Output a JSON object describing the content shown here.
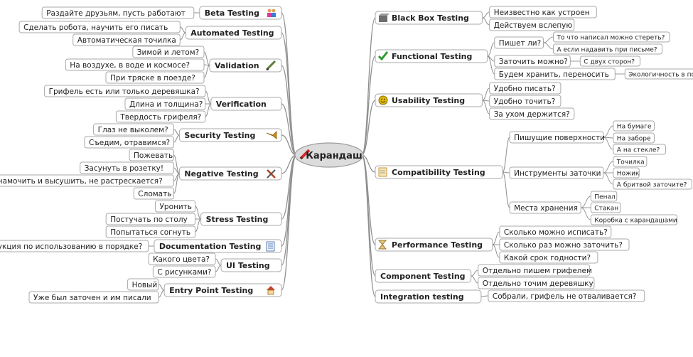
{
  "central": {
    "label": "Карандаш",
    "icon": "pencil-icon"
  },
  "left_branches": [
    {
      "label": "Beta Testing",
      "icon": "people-icon",
      "color": "#d93a9b",
      "items": [
        {
          "label": "Раздайте друзьям, пусть работают"
        }
      ]
    },
    {
      "label": "Automated Testing",
      "icon": "",
      "items": [
        {
          "label": "Сделать робота, научить его писать"
        },
        {
          "label": "Автоматическая точилка"
        }
      ]
    },
    {
      "label": "Validation",
      "icon": "pencil-sketch-icon",
      "color": "#607d3b",
      "items": [
        {
          "label": "Зимой и летом?"
        },
        {
          "label": "На воздухе, в воде и космосе?"
        },
        {
          "label": "При тряске в поезде?"
        }
      ]
    },
    {
      "label": "Verification",
      "icon": "",
      "items": [
        {
          "label": "Грифель есть или только деревяшка?"
        },
        {
          "label": "Длина и толщина?"
        },
        {
          "label": "Твердость грифеля?"
        }
      ]
    },
    {
      "label": "Security Testing",
      "icon": "horn-icon",
      "color": "#d08a1a",
      "items": [
        {
          "label": "Глаз не выколем?"
        },
        {
          "label": "Съедим, отравимся?"
        }
      ]
    },
    {
      "label": "Negative Testing",
      "icon": "tools-icon",
      "color": "#b5421e",
      "items": [
        {
          "label": "Пожевать"
        },
        {
          "label": "Засунуть в розетку!"
        },
        {
          "label": "Если намочить и высушить, не растрескается?"
        },
        {
          "label": "Сломать"
        }
      ]
    },
    {
      "label": "Stress Testing",
      "icon": "",
      "items": [
        {
          "label": "Уронить"
        },
        {
          "label": "Постучать по столу"
        },
        {
          "label": "Попытаться согнуть"
        }
      ]
    },
    {
      "label": "Documentation Testing",
      "icon": "document-icon",
      "color": "#5b7db5",
      "items": [
        {
          "label": "Инструкция по использованию в порядке?"
        }
      ]
    },
    {
      "label": "UI Testing",
      "icon": "",
      "items": [
        {
          "label": "Какого цвета?"
        },
        {
          "label": "С рисунками?"
        }
      ]
    },
    {
      "label": "Entry Point Testing",
      "icon": "house-icon",
      "color": "#c8452a",
      "items": [
        {
          "label": "Новый"
        },
        {
          "label": "Уже был заточен и им писали"
        }
      ]
    }
  ],
  "right_branches": [
    {
      "label": "Black Box Testing",
      "icon": "box-icon",
      "color": "#555555",
      "items": [
        {
          "label": "Неизвестно как устроен"
        },
        {
          "label": "Действуем вслепую"
        }
      ]
    },
    {
      "label": "Functional Testing",
      "icon": "checkmark-icon",
      "color": "#2e9a2e",
      "items": [
        {
          "label": "Пишет ли?",
          "children": [
            {
              "label": "То что написал можно стереть?"
            },
            {
              "label": "А если надавить при письме?"
            }
          ]
        },
        {
          "label": "Заточить можно?",
          "children": [
            {
              "label": "С двух сторон?"
            }
          ]
        },
        {
          "label": "Будем хранить, переносить",
          "children": [
            {
              "label": "Экологичность в порядке?"
            }
          ]
        }
      ]
    },
    {
      "label": "Usability Testing",
      "icon": "smiley-icon",
      "color": "#e0b800",
      "items": [
        {
          "label": "Удобно писать?"
        },
        {
          "label": "Удобно точить?"
        },
        {
          "label": "За ухом держится?"
        }
      ]
    },
    {
      "label": "Compatibility Testing",
      "icon": "notepad-icon",
      "color": "#c79a3a",
      "items": [
        {
          "label": "Пишущие поверхности",
          "children": [
            {
              "label": "На бумаге"
            },
            {
              "label": "На заборе"
            },
            {
              "label": "А на стекле?"
            }
          ]
        },
        {
          "label": "Инструменты заточки",
          "children": [
            {
              "label": "Точилка"
            },
            {
              "label": "Ножик"
            },
            {
              "label": "А бритвой заточите?"
            }
          ]
        },
        {
          "label": "Места хранения",
          "children": [
            {
              "label": "Пенал"
            },
            {
              "label": "Стакан"
            },
            {
              "label": "Коробка с карандашами"
            }
          ]
        }
      ]
    },
    {
      "label": "Performance Testing",
      "icon": "hourglass-icon",
      "color": "#9a7a3a",
      "items": [
        {
          "label": "Сколько можно исписать?"
        },
        {
          "label": "Сколько раз можно заточить?"
        },
        {
          "label": "Какой срок годности?"
        }
      ]
    },
    {
      "label": "Component Testing",
      "icon": "",
      "items": [
        {
          "label": "Отдельно пишем грифелем"
        },
        {
          "label": "Отдельно точим деревяшку"
        }
      ]
    },
    {
      "label": "Integration testing",
      "icon": "",
      "items": [
        {
          "label": "Собрали, грифель не отваливается?"
        }
      ]
    }
  ]
}
